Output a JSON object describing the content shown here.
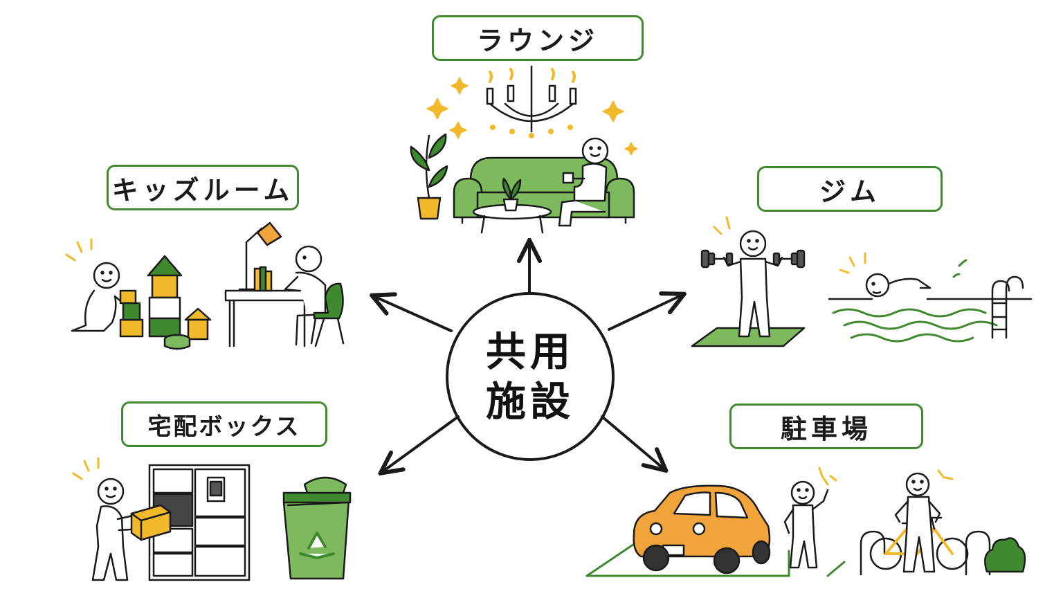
{
  "center": {
    "line1": "共用",
    "line2": "施設"
  },
  "facilities": {
    "lounge": "ラウンジ",
    "kids_room": "キッズルーム",
    "gym": "ジム",
    "delivery_box": "宅配ボックス",
    "parking": "駐車場"
  },
  "colors": {
    "green": "#3f8a2e",
    "light_green": "#7dba5e",
    "yellow": "#f2b92a",
    "orange": "#f0a43a",
    "ink": "#1a1a1a"
  }
}
